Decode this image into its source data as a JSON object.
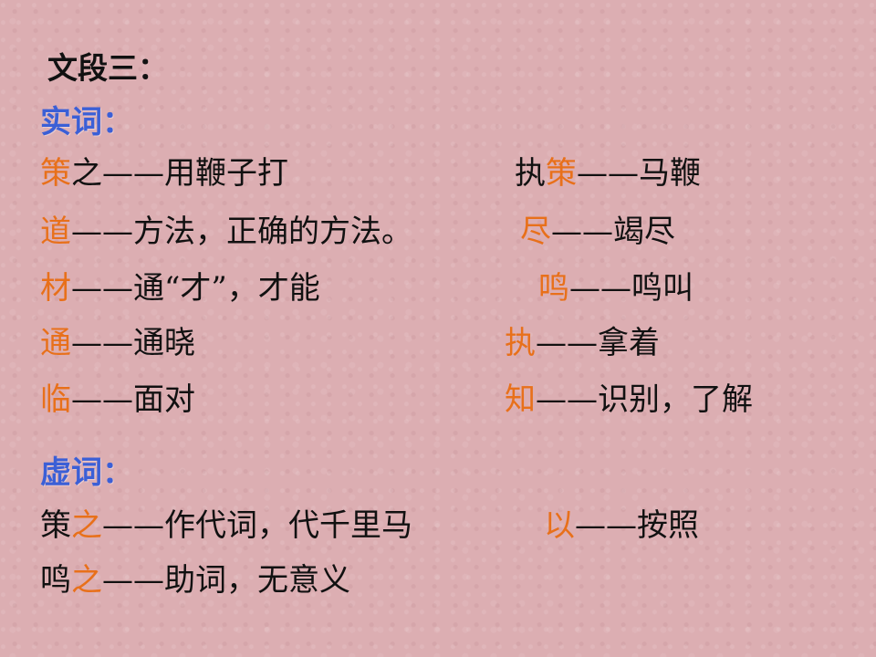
{
  "title": "文段三：",
  "section_content": {
    "heading": "实词：",
    "left": [
      {
        "word": "策",
        "mid": "之",
        "def": "——用鞭子打"
      },
      {
        "word": "道",
        "mid": "",
        "def": "——方法，正确的方法。"
      },
      {
        "word": "材",
        "mid": "",
        "def": "——通“才”，才能"
      },
      {
        "word": "通",
        "mid": "",
        "def": "——通晓"
      },
      {
        "word": "临",
        "mid": "",
        "def": "——面对"
      }
    ],
    "right": [
      {
        "pre": "执",
        "word": "策",
        "def": "——马鞭"
      },
      {
        "pre": "",
        "word": "尽",
        "def": "——竭尽"
      },
      {
        "pre": "",
        "word": "鸣",
        "def": "——鸣叫"
      },
      {
        "pre": "",
        "word": "执",
        "def": "——拿着"
      },
      {
        "pre": "",
        "word": "知",
        "def": "——识别，了解"
      }
    ]
  },
  "section_function": {
    "heading": "虚词：",
    "rows": [
      {
        "pre": "策",
        "word": "之",
        "def": "——作代词，代千里马"
      },
      {
        "pre": "鸣",
        "word": "之",
        "def": "——助词，无意义"
      }
    ],
    "extra": {
      "word": "以",
      "def": "——按照"
    }
  },
  "colors": {
    "highlight": "#e8701a",
    "heading": "#3b5fd6",
    "text": "#111111"
  }
}
